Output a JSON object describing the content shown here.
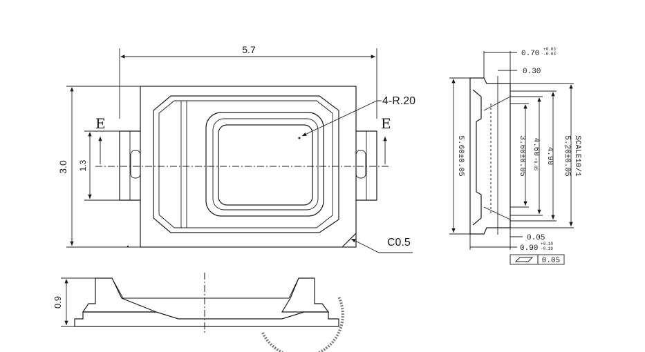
{
  "top_view": {
    "width_label": "5.7",
    "height_label": "3.0",
    "pad_label": "1.3",
    "section_mark": "E",
    "radius_label": "4-R.20",
    "chamfer_label": "C0.5"
  },
  "side_view": {
    "dim_070": "0.70",
    "dim_070_tol_plus": "+0.03",
    "dim_070_tol_minus": "-0.03",
    "dim_030": "0.30",
    "dim_560": "5.60±0.05",
    "dim_490": "4.90",
    "dim_460": "4.60",
    "dim_460_tol": "+0.05",
    "dim_360": "3.60±0.05",
    "dim_520": "5.20±0.05",
    "scale_label": "SCALE10/1",
    "dim_005": "0.05",
    "dim_090": "0.90",
    "dim_090_tol_plus": "+0.10",
    "dim_090_tol_minus": "-0.10",
    "flatness_value": "0.05"
  },
  "bottom_view": {
    "height_label": "0.9"
  }
}
